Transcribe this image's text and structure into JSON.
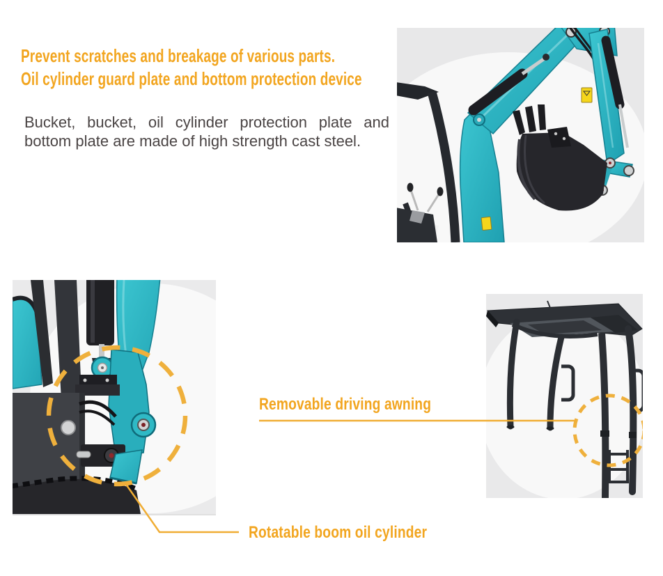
{
  "intro": {
    "heading_line1": "Prevent scratches and breakage of various parts.",
    "heading_line2": "Oil cylinder guard plate and bottom protection device",
    "body_line1": "Bucket, bucket, oil cylinder protection plate and",
    "body_line2": "bottom plate are made of high strength cast steel."
  },
  "callouts": {
    "awning_label": "Removable driving awning",
    "boom_label": "Rotatable boom oil cylinder"
  },
  "figures": {
    "top_right": "excavator boom, arm and bucket photo",
    "bottom_left": "rotatable boom oil cylinder close-up photo",
    "canopy": "removable driving awning frame photo"
  },
  "colors": {
    "accent_orange": "#F2A51F",
    "callout_line_orange": "#F0AD33",
    "highlight_dash_orange": "#EFB03C",
    "body_text": "#4A4444",
    "machine_teal": "#2FB9C5",
    "machine_dark": "#2A2C31",
    "photo_background": "#E9E9EA",
    "page_background": "#FFFFFF"
  }
}
